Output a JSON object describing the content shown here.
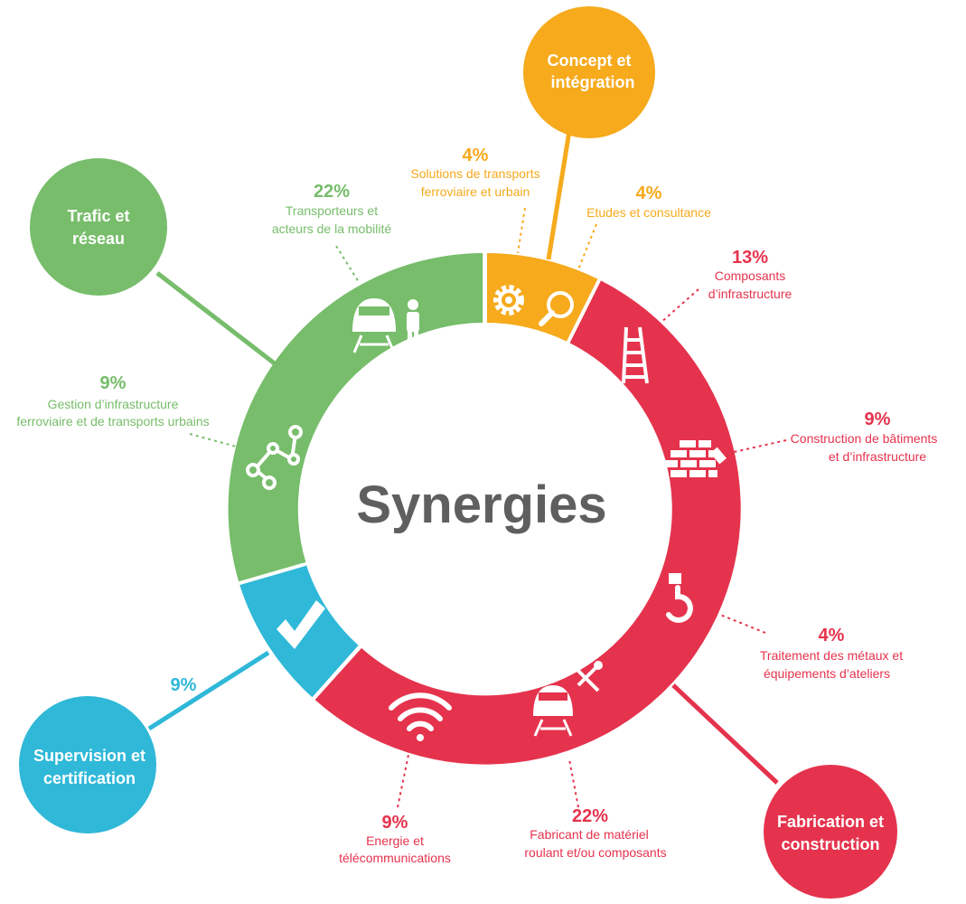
{
  "center_title": "Synergies",
  "colors": {
    "orange": "#f6aa1c",
    "red": "#e5334d",
    "green": "#77bd6b",
    "blue": "#2fb8d8"
  },
  "groups": {
    "concept": {
      "line1": "Concept et",
      "line2": "intégration",
      "color": "#f6aa1c"
    },
    "trafic": {
      "line1": "Trafic et",
      "line2": "réseau",
      "color": "#77bd6b"
    },
    "supervision": {
      "line1": "Supervision et",
      "line2": "certification",
      "color": "#2fb8d8",
      "percent": "9%"
    },
    "fabrication": {
      "line1": "Fabrication et",
      "line2": "construction",
      "color": "#e5334d"
    }
  },
  "segments": {
    "solutions": {
      "percent": "4%",
      "line1": "Solutions de transports",
      "line2": "ferroviaire et urbain",
      "icon": "gear-icon"
    },
    "etudes": {
      "percent": "4%",
      "line1": "Etudes et consultance",
      "icon": "magnifier-icon"
    },
    "composants": {
      "percent": "13%",
      "line1": "Composants",
      "line2": "d’infrastructure",
      "icon": "ladder-icon"
    },
    "construction": {
      "percent": "9%",
      "line1": "Construction de bâtiments",
      "line2": "et d’infrastructure",
      "icon": "bricks-icon"
    },
    "metaux": {
      "percent": "4%",
      "line1": "Traitement des métaux et",
      "line2": "équipements d’ateliers",
      "icon": "crane-hook-icon"
    },
    "materiel": {
      "percent": "22%",
      "line1": "Fabricant de matériel",
      "line2": "roulant et/ou composants",
      "icon": "train-tools-icon"
    },
    "energie": {
      "percent": "9%",
      "line1": "Energie et",
      "line2": "télécommunications",
      "icon": "wifi-icon"
    },
    "gestion": {
      "percent": "9%",
      "line1": "Gestion d’infrastructure",
      "line2": "ferroviaire et de transports urbains",
      "icon": "network-icon"
    },
    "transporteurs": {
      "percent": "22%",
      "line1": "Transporteurs et",
      "line2": "acteurs de la mobilité",
      "icon": "train-person-icon"
    },
    "supervision_seg": {
      "icon": "checkmark-icon"
    }
  }
}
